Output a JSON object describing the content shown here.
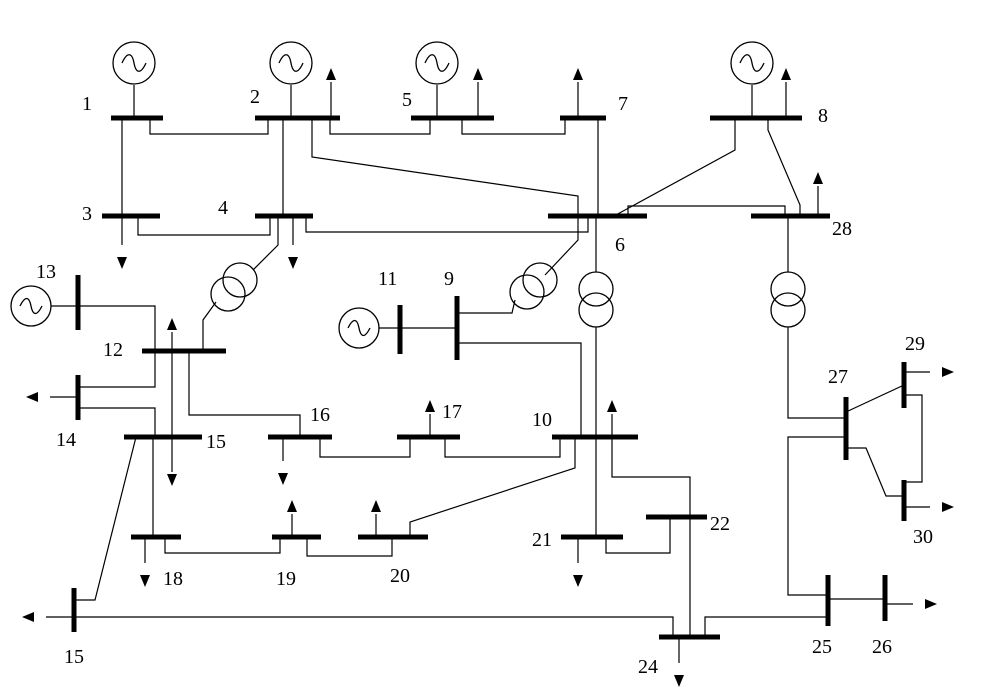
{
  "diagram": {
    "labels": {
      "bus1": "1",
      "bus2": "2",
      "bus3": "3",
      "bus4": "4",
      "bus5": "5",
      "bus6": "6",
      "bus7": "7",
      "bus8": "8",
      "bus9": "9",
      "bus10": "10",
      "bus11": "11",
      "bus12": "12",
      "bus13": "13",
      "bus14": "14",
      "bus15": "15",
      "bus15b": "15",
      "bus16": "16",
      "bus17": "17",
      "bus18": "18",
      "bus19": "19",
      "bus20": "20",
      "bus21": "21",
      "bus22": "22",
      "bus24": "24",
      "bus25": "25",
      "bus26": "26",
      "bus27": "27",
      "bus28": "28",
      "bus29": "29",
      "bus30": "30"
    }
  }
}
